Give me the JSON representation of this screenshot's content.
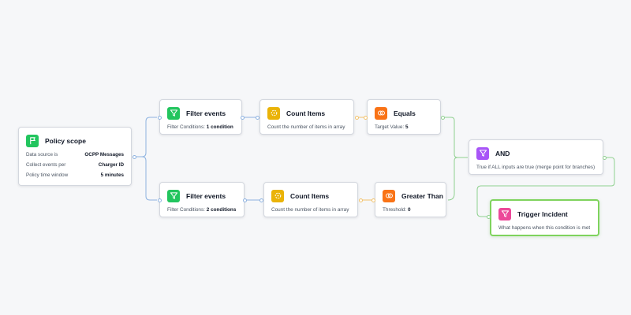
{
  "colors": {
    "canvas": "#f6f7f9",
    "wire_blue": "#8db2e0",
    "wire_orange": "#f2c26b",
    "wire_green": "#8fd08f",
    "filter_icon": "#22c55e",
    "count_icon": "#eab308",
    "compare_icon": "#f97316",
    "and_icon": "#a855f7",
    "trigger_icon": "#ec4899",
    "selected_border": "#7fd35d"
  },
  "policy_scope": {
    "icon": "flag-icon",
    "title": "Policy scope",
    "rows": [
      {
        "label": "Data source is",
        "value": "OCPP Messages"
      },
      {
        "label": "Collect events per",
        "value": "Charger ID"
      },
      {
        "label": "Policy time window",
        "value": "5 minutes"
      }
    ]
  },
  "filter_top": {
    "icon": "funnel-icon",
    "title": "Filter events",
    "label": "Filter Conditions:",
    "value": "1 condition"
  },
  "count_top": {
    "icon": "count-icon",
    "title": "Count Items",
    "desc": "Count the number of items in array"
  },
  "equals": {
    "icon": "compare-icon",
    "title": "Equals",
    "label": "Target Value:",
    "value": "5"
  },
  "filter_bottom": {
    "icon": "funnel-icon",
    "title": "Filter events",
    "label": "Filter Conditions:",
    "value": "2 conditions"
  },
  "count_bottom": {
    "icon": "count-icon",
    "title": "Count Items",
    "desc": "Count the number of items in array"
  },
  "greater_than": {
    "icon": "compare-icon",
    "title": "Greater Than",
    "label": "Threshold:",
    "value": "0"
  },
  "and_node": {
    "icon": "funnel-icon",
    "title": "AND",
    "desc": "True if ALL inputs are true (merge point for branches)"
  },
  "trigger": {
    "icon": "funnel-icon",
    "title": "Trigger Incident",
    "desc": "What happens when this condition is met"
  }
}
